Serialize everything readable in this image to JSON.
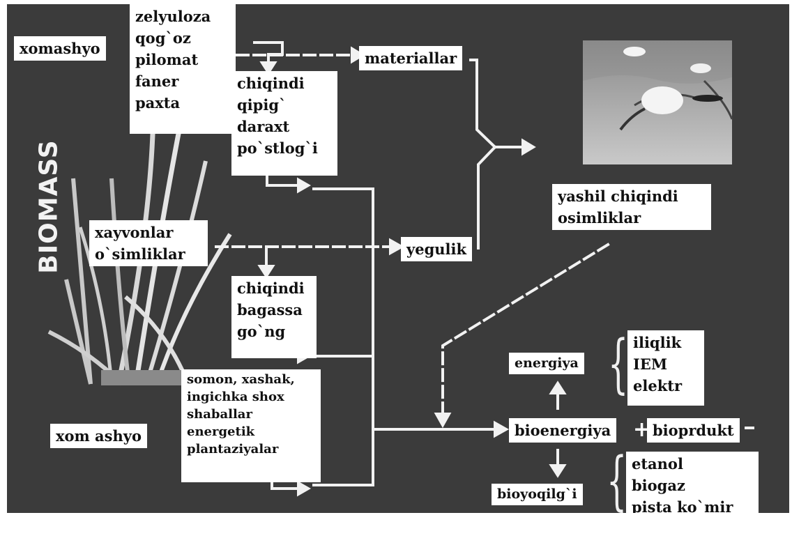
{
  "side_text": "BIOMASS",
  "boxes": {
    "xomashyo": "xomashyo",
    "products": [
      "zelyuloza",
      "qog`oz",
      "pilomat",
      "faner",
      "paxta"
    ],
    "wood_waste": [
      "chiqindi",
      "qipig`",
      "daraxt",
      "po`stlog`i"
    ],
    "materiallar": "materiallar",
    "animals": [
      "xayvonlar",
      "o`simliklar"
    ],
    "yegulik": "yegulik",
    "green_waste": [
      "yashil chiqindi",
      "osimliklar"
    ],
    "agri_waste": [
      "chiqindi",
      "bagassa",
      "go`ng"
    ],
    "crops": [
      "somon, xashak,",
      "ingichka shox",
      "shaballar",
      "energetik",
      "plantaziyalar"
    ],
    "xom_ashyo": "xom ashyo",
    "energiya": "energiya",
    "energy_list": [
      "iliqlik",
      "IEM",
      "elektr"
    ],
    "bioenergiya": "bioenergiya",
    "plus": "+",
    "bioprdukt": "bioprdukt",
    "bioyoqilgi": "bioyoqilg`i",
    "fuel_list": [
      "etanol",
      "biogaz",
      "pista ko`mir"
    ]
  },
  "colors": {
    "background": "#3b3b3b",
    "box": "#ffffff",
    "connector": "#f2f2f2"
  }
}
